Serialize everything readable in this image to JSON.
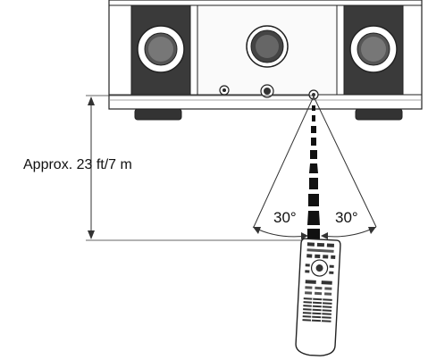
{
  "diagram": {
    "distance_label": "Approx. 23 ft/7 m",
    "angle_left_label": "30°",
    "angle_right_label": "30°"
  }
}
